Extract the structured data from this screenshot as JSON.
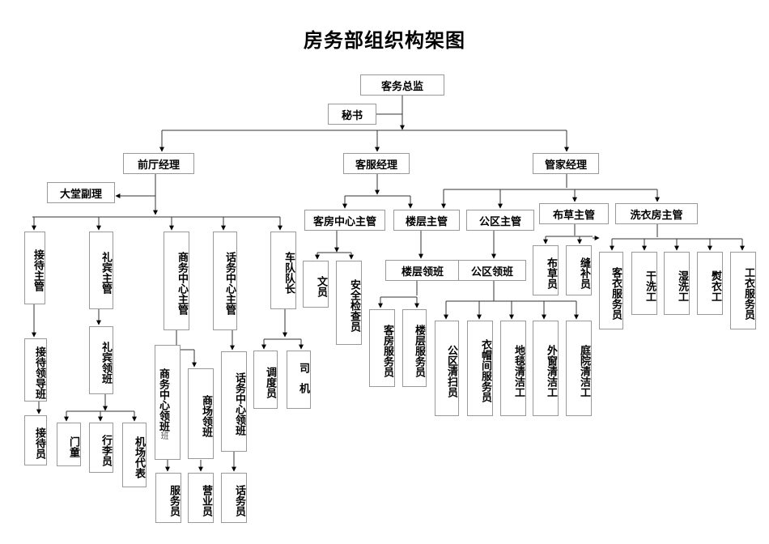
{
  "title": "房务部组织构架图",
  "nodes": {
    "director": "客务总监",
    "secretary": "秘书",
    "front_office_manager": "前厅经理",
    "guest_service_manager": "客服经理",
    "housekeeping_manager": "管家经理",
    "lobby_assistant_manager": "大堂副理",
    "reception_supervisor": "接待主管",
    "concierge_supervisor": "礼宾主管",
    "business_center_supervisor": "商务中心主管",
    "telephone_center_supervisor": "话务中心主管",
    "fleet_captain": "车队队长",
    "reception_lead": "接待领导班",
    "concierge_lead": "礼宾领班",
    "receptionist": "接待员",
    "doorman": "门童",
    "bellman": "行李员",
    "airport_rep": "机场代表",
    "business_center_lead": "商务中心领班",
    "business_center_lead_suffix": "班",
    "mall_lead": "商场领班",
    "telephone_lead": "话务中心领班",
    "dispatcher": "调度员",
    "driver": "司机",
    "attendant": "服务员",
    "sales_clerk": "营业员",
    "operator": "话务员",
    "room_center_supervisor": "客房中心主管",
    "floor_supervisor": "楼层主管",
    "public_area_supervisor": "公区主管",
    "linen_supervisor": "布草主管",
    "laundry_supervisor": "洗衣房主管",
    "clerk": "文员",
    "security_inspector": "安全检查员",
    "floor_lead": "楼层领班",
    "public_area_lead": "公区领班",
    "room_attendant": "客房服务员",
    "floor_attendant": "楼层服务员",
    "public_area_cleaner": "公区清扫员",
    "cloakroom_attendant": "衣帽间服务员",
    "carpet_cleaner": "地毯清洁工",
    "window_cleaner": "外窗清洁工",
    "garden_cleaner": "庭院清洁工",
    "linen_attendant": "布草员",
    "tailor": "缝补员",
    "guest_laundry_attendant": "客衣服务员",
    "dry_cleaner": "干洗工",
    "wet_cleaner": "湿洗工",
    "presser": "熨衣工",
    "uniform_attendant": "工衣服务员"
  }
}
